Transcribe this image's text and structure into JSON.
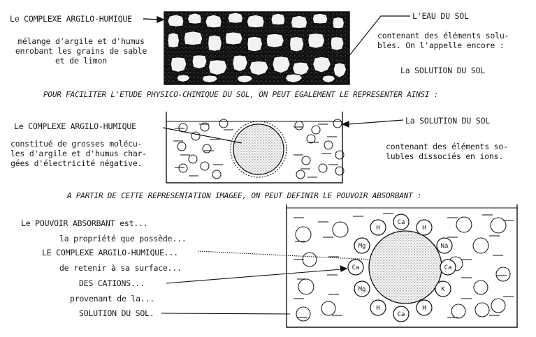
{
  "section1": {
    "complexe_label": "Le COMPLEXE ARGILO-HUMIQUE",
    "complexe_desc": [
      "mélange d'argile et d'humus",
      "enrobant les grains de sable",
      "et de limon"
    ],
    "eau_label": "L'EAU DU SOL",
    "eau_desc": [
      "contenant des éléments solu-",
      "bles. On l'appelle encore :"
    ],
    "solution_name": "La SOLUTION DU SOL"
  },
  "heading1": "POUR FACILITER L'ETUDE PHYSICO-CHIMIQUE DU SOL, ON PEUT EGALEMENT LE REPRESENTER AINSI :",
  "section2": {
    "complexe_label": "Le COMPLEXE ARGILO-HUMIQUE",
    "complexe_desc": [
      "constitué de grosses molécu-",
      "les d'argile et d'humus char-",
      "gées d'électricité négative."
    ],
    "solution_label": "La SOLUTION DU SOL",
    "solution_desc": [
      "contenant des éléments so-",
      "lubles dissociés en ions."
    ]
  },
  "heading2": "A PARTIR DE CETTE REPRESENTATION IMAGEE, ON PEUT DEFINIR LE POUVOIR ABSORBANT :",
  "section3": {
    "def_lines": [
      "Le POUVOIR ABSORBANT est...",
      "la propriété que possède...",
      "LE COMPLEXE ARGILO-HUMIQUE...",
      "de retenir à sa surface...",
      "DES CATIONS...",
      "provenant de la...",
      "SOLUTION DU SOL."
    ],
    "cations": [
      "H",
      "Ca",
      "H",
      "Mg",
      "Na",
      "Ca",
      "Ca",
      "Mg",
      "K",
      "H",
      "Ca",
      "H"
    ]
  }
}
